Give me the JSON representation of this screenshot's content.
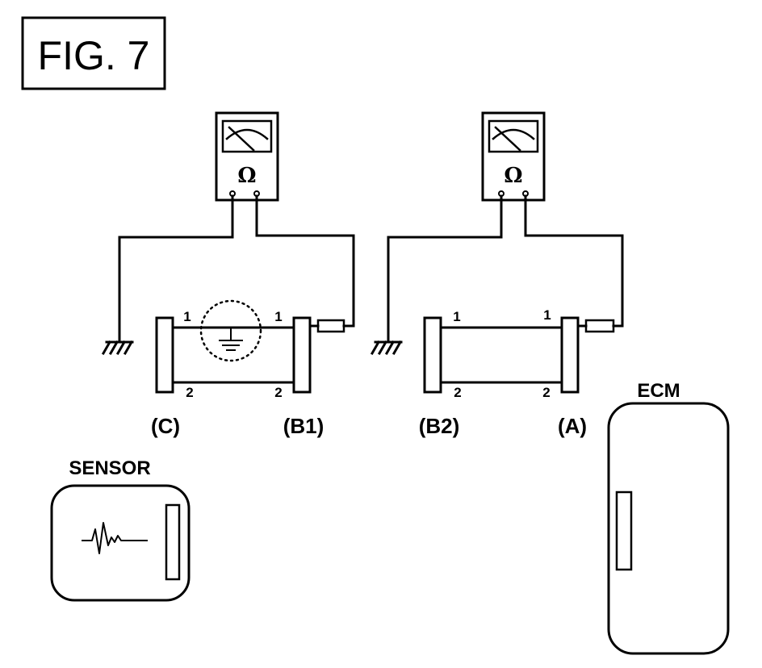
{
  "figure": {
    "title": "FIG. 7"
  },
  "meters": [
    {
      "id": "left",
      "unit_symbol": "Ω"
    },
    {
      "id": "right",
      "unit_symbol": "Ω"
    }
  ],
  "harnesses": [
    {
      "id": "left",
      "left_connector": "(C)",
      "right_connector": "(B1)",
      "top_pin_left": "1",
      "top_pin_right": "1",
      "bottom_pin_left": "2",
      "bottom_pin_right": "2",
      "short_to_ground_marked": true
    },
    {
      "id": "right",
      "left_connector": "(B2)",
      "right_connector": "(A)",
      "top_pin_left": "1",
      "top_pin_right": "1",
      "bottom_pin_left": "2",
      "bottom_pin_right": "2",
      "short_to_ground_marked": false
    }
  ],
  "components": {
    "sensor": "SENSOR",
    "ecm": "ECM"
  }
}
